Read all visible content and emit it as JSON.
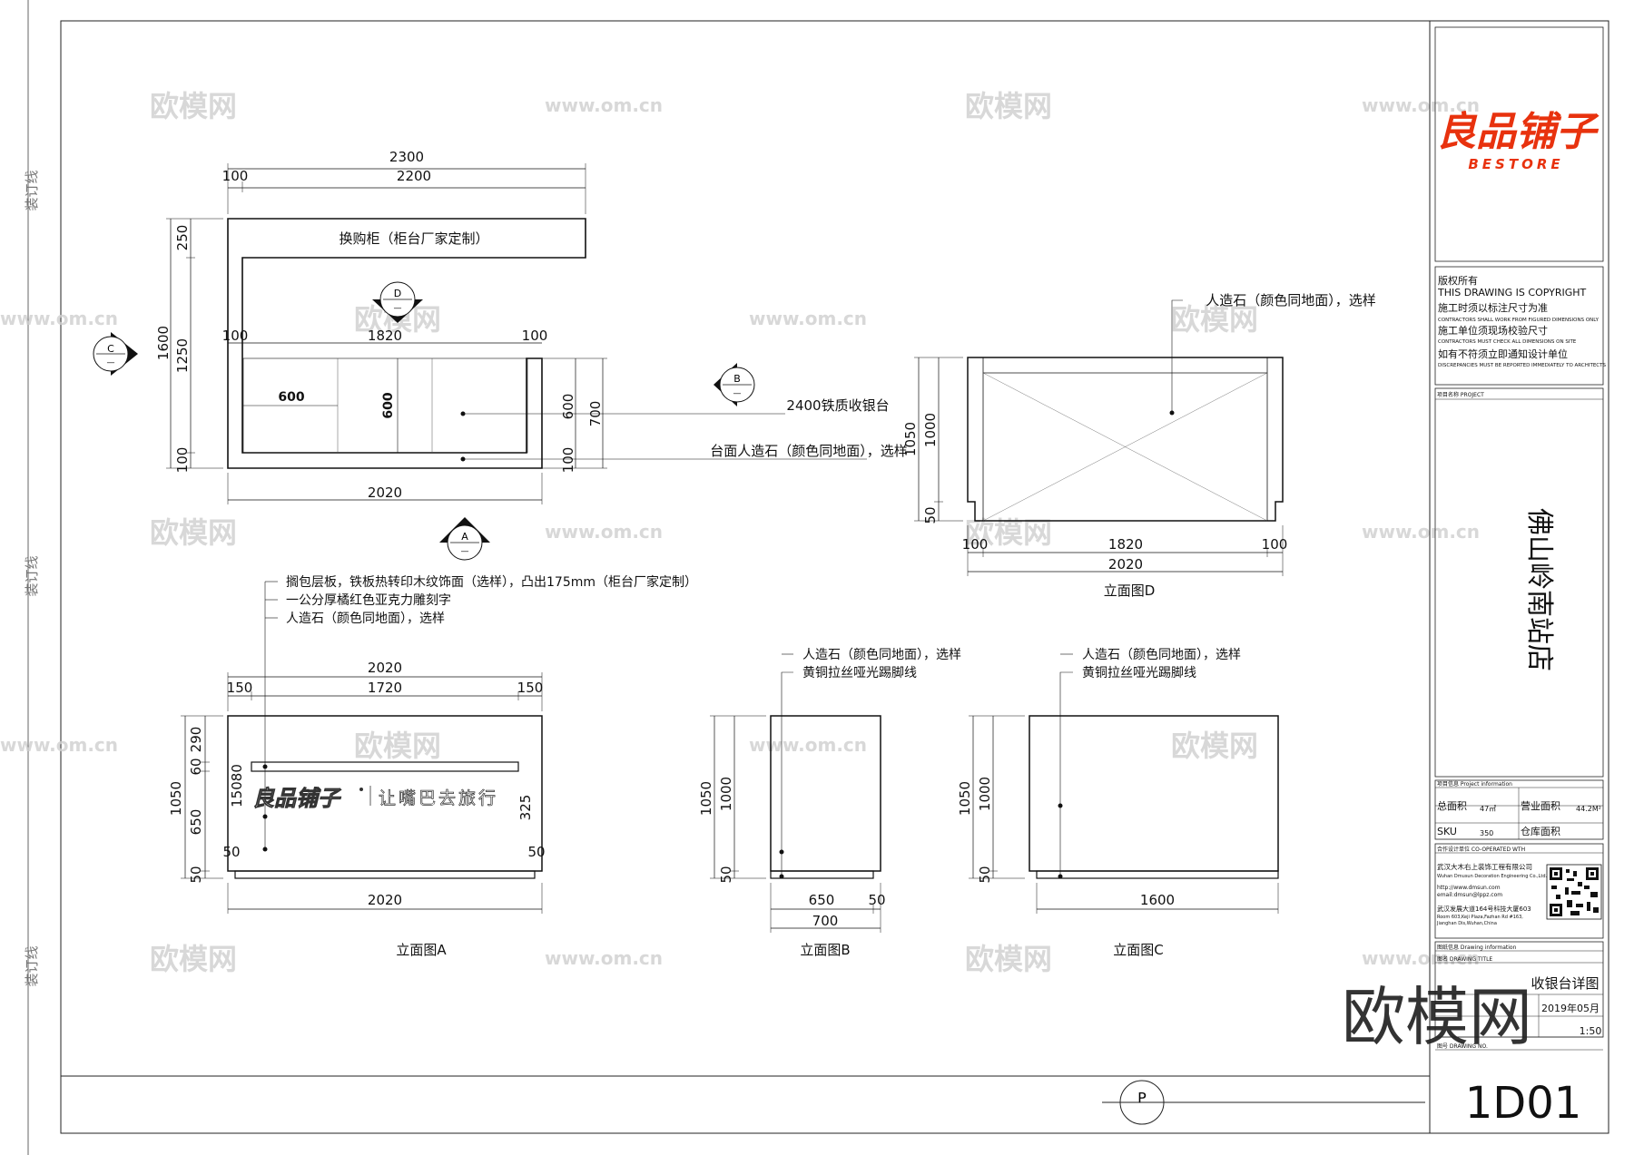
{
  "binding_marks": [
    "装订线",
    "装订线",
    "装订线"
  ],
  "watermarks": {
    "logo": "欧模网",
    "url": "www.om.cn",
    "big": "欧模网"
  },
  "plan": {
    "dims": {
      "overall": "2300",
      "left": "100",
      "right": "2200",
      "height_total": "1600",
      "h_top": "250",
      "h_mid": "1250",
      "h_bot": "100",
      "inner_left": "100",
      "inner_mid": "1820",
      "inner_right": "100",
      "cell_w": "600",
      "cell_h": "600",
      "d600": "600",
      "d700": "700",
      "d100": "100",
      "bottom": "2020"
    },
    "cabinet_label": "换购柜（柜台厂家定制）",
    "callout_counter": "2400铁质收银台",
    "callout_top": "台面人造石（颜色同地面），选样"
  },
  "section_markers": {
    "A": "A",
    "B": "B",
    "C": "C",
    "D": "D",
    "dash": "—"
  },
  "elev_d": {
    "callout": "人造石（颜色同地面），选样",
    "dims": {
      "h1050": "1050",
      "h1000": "1000",
      "h50": "50",
      "w_left": "100",
      "w_mid": "1820",
      "w_right": "100",
      "w_total": "2020"
    },
    "title": "立面图D"
  },
  "elev_a": {
    "callouts": [
      "搁包层板，铁板热转印木纹饰面（选样），凸出175mm（柜台厂家定制）",
      "一公分厚橘红色亚克力雕刻字",
      "人造石（颜色同地面），选样"
    ],
    "dims": {
      "w_total": "2020",
      "w_left": "150",
      "w_mid": "1720",
      "w_right": "150",
      "h1050": "1050",
      "h290": "290",
      "h60": "60",
      "h650": "650",
      "h50": "50",
      "h15080": "15080",
      "h325": "325",
      "l50": "50",
      "r50": "50",
      "bottom": "2020"
    },
    "brand_text": "良品铺子",
    "slogan": "让嘴巴去旅行",
    "title": "立面图A"
  },
  "elev_b": {
    "callouts": [
      "人造石（颜色同地面），选样",
      "黄铜拉丝哑光踢脚线"
    ],
    "dims": {
      "h1050": "1050",
      "h1000": "1000",
      "h50": "50",
      "w650": "650",
      "w50": "50",
      "w700": "700"
    },
    "title": "立面图B"
  },
  "elev_c": {
    "callouts": [
      "人造石（颜色同地面），选样",
      "黄铜拉丝哑光踢脚线"
    ],
    "dims": {
      "h1050": "1050",
      "h1000": "1000",
      "h50": "50",
      "w1600": "1600"
    },
    "title": "立面图C"
  },
  "north_marker": "P",
  "title_block": {
    "brand_cn": "良品铺子",
    "brand_en": "BESTORE",
    "copyright": [
      "版权所有",
      "THIS DRAWING IS COPYRIGHT",
      "施工时须以标注尺寸为准",
      "CONTRACTORS SHALL WORK FROM FIGURED DIMENSIONS ONLY",
      "施工单位须现场校验尺寸",
      "CONTRACTORS MUST CHECK ALL DIMENSIONS ON SITE",
      "如有不符须立即通知设计单位",
      "DISCREPANCIES MUST BE REPORTED IMMEDIATELY TO ARCHITECTS"
    ],
    "project_label": "项目名称  PROJECT",
    "project_name": "佛山岭南站店",
    "info_label": "项目信息  Project information",
    "total_area_label": "总面积",
    "total_area": "47㎡",
    "biz_area_label": "营业面积",
    "biz_area": "44.2M²",
    "sku_label": "SKU",
    "sku": "350",
    "storage_label": "仓库面积",
    "coop_label": "合作设计单位  CO-OPERATED WTH",
    "company": [
      "武汉大木右上装饰工程有限公司",
      "Wuhan Dmusun Decoration Engineering Co.,Ltd.",
      "http://www.dmsun.com",
      "email:dmsun@lppz.com",
      "武汉发展大道164号科技大厦603",
      "Room 603,Keji Plaza,Fazhan Rd #163,",
      "Jianghan Dis,Wuhan,China"
    ],
    "drawing_info_label": "图纸信息  Drawing information",
    "drawing_title_label": "图名  DRAWING TITLE",
    "drawing_title": "收银台详图",
    "date": "2019年05月",
    "scale": "1:50",
    "drawing_no_label": "图号  DRAWING NO.",
    "drawing_no": "1D01"
  }
}
